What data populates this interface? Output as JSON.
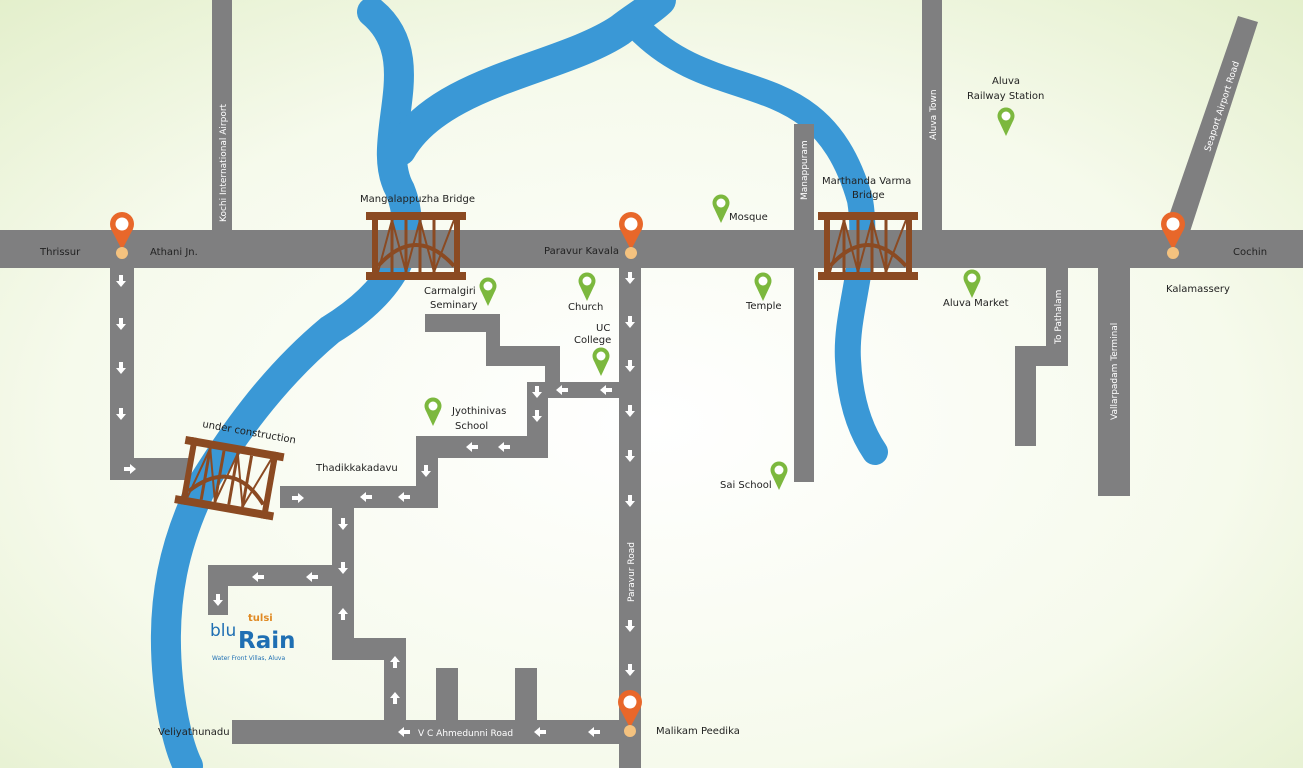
{
  "colors": {
    "road": "#7f7f80",
    "river": "#3a98d6",
    "bridge": "#8b4a22",
    "orange_pin": "#e8672a",
    "green_pin": "#7cb83e",
    "background": "#f3f8e6"
  },
  "labels": {
    "thrissur": "Thrissur",
    "athani": "Athani Jn.",
    "kochi_airport": "Kochi International Airport",
    "mangalappuzha": "Mangalappuzha Bridge",
    "paravur_kavala": "Paravur Kavala",
    "mosque": "Mosque",
    "manappuram": "Manappuram",
    "marthanda_1": "Marthanda Varma",
    "marthanda_2": "Bridge",
    "aluva_town": "Aluva Town",
    "railway_1": "Aluva",
    "railway_2": "Railway Station",
    "seaport": "Seaport Airport Road",
    "cochin": "Cochin",
    "kalamassery": "Kalamassery",
    "carmalgiri_1": "Carmalgiri",
    "carmalgiri_2": "Seminary",
    "church": "Church",
    "uc_1": "UC",
    "uc_2": "College",
    "temple": "Temple",
    "aluva_market": "Aluva Market",
    "to_pathalam": "To Pathalam",
    "vallarpadam": "Vallarpadam Terminal",
    "jyothinivas_1": "Jyothinivas",
    "jyothinivas_2": "School",
    "under_construction": "under construction",
    "thadikkakadavu": "Thadikkakadavu",
    "sai_school": "Sai School",
    "paravur_road": "Paravur Road",
    "veliyathunadu": "Veliyathunadu",
    "vc_road": "V C Ahmedunni Road",
    "malikam": "Malikam Peedika"
  },
  "brand": {
    "tulsi": "tulsi",
    "blu": "blu",
    "rain": "Rain",
    "tagline": "Water Front Villas, Aluva"
  },
  "icons": {
    "orange_pin": "map-pin-orange-icon",
    "green_pin": "map-pin-green-icon",
    "bridge": "bridge-icon",
    "arrow": "direction-arrow-icon"
  }
}
